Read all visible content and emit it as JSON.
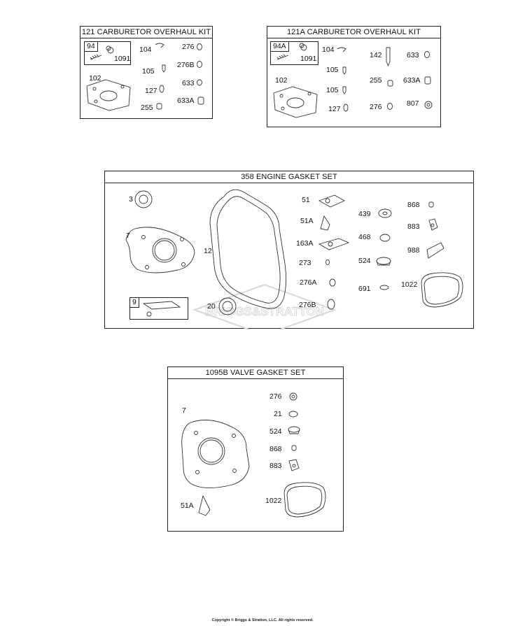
{
  "kits": {
    "k121": {
      "title": "121 CARBURETOR OVERHAUL KIT",
      "sub_tag": "94",
      "labels": [
        "1091",
        "104",
        "276",
        "276B",
        "105",
        "102",
        "127",
        "633",
        "255",
        "633A"
      ]
    },
    "k121a": {
      "title": "121A CARBURETOR OVERHAUL KIT",
      "sub_tag": "94A",
      "labels": [
        "1091",
        "104",
        "142",
        "633",
        "105",
        "102",
        "105",
        "255",
        "633A",
        "127",
        "276",
        "807"
      ]
    },
    "k358": {
      "title": "358 ENGINE GASKET SET",
      "sub_tag": "9",
      "labels": [
        "3",
        "7",
        "12",
        "20",
        "51",
        "51A",
        "163A",
        "273",
        "276A",
        "276B",
        "439",
        "468",
        "524",
        "691",
        "868",
        "883",
        "988",
        "1022"
      ],
      "watermark": "BRIGGS&STRATTON"
    },
    "k1095b": {
      "title": "1095B VALVE GASKET SET",
      "labels": [
        "7",
        "51A",
        "276",
        "21",
        "524",
        "868",
        "883",
        "1022"
      ]
    }
  },
  "footer": {
    "copyright": "Copyright © Briggs & Stratton, LLC. All rights reserved."
  }
}
